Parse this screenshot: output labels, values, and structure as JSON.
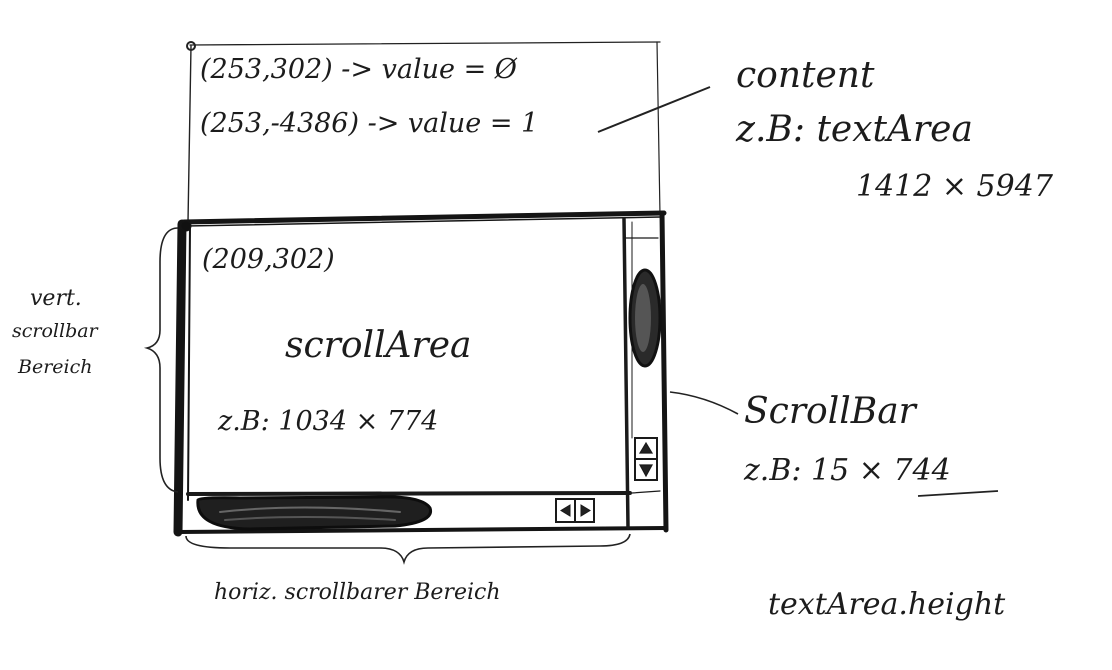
{
  "content_box": {
    "coord_top": "(253,302) -> value = Ø",
    "coord_bottom": "(253,-4386) -> value = 1"
  },
  "content_label": {
    "title": "content",
    "example": "z.B: textArea",
    "size": "1412 × 5947"
  },
  "scroll_area": {
    "origin": "(209,302)",
    "title": "scrollArea",
    "size": "z.B: 1034 × 774"
  },
  "vert_label": {
    "line1": "vert.",
    "line2": "scrollbar",
    "line3": "Bereich"
  },
  "scrollbar_label": {
    "title": "ScrollBar",
    "size": "z.B: 15 × 744"
  },
  "horiz_label": "horiz. scrollbarer Bereich",
  "footer_note": "textArea.height",
  "colors": {
    "ink": "#1c1c1c",
    "paper": "#ffffff"
  },
  "icons": {
    "scroll_up": "up-triangle",
    "scroll_down": "down-triangle",
    "scroll_left": "left-triangle",
    "scroll_right": "right-triangle"
  }
}
